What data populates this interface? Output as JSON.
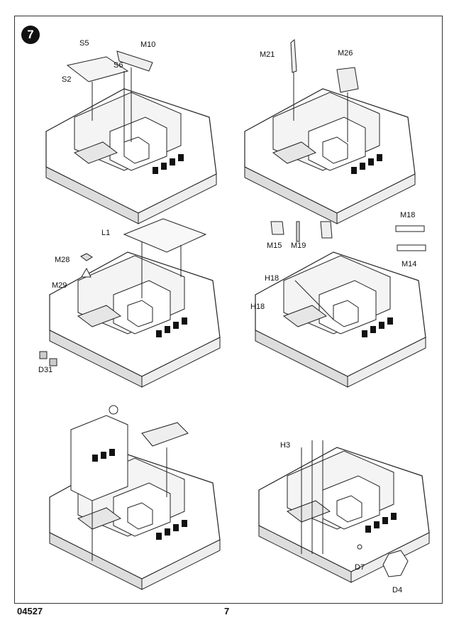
{
  "step_number": "7",
  "panels": {
    "top_left": {
      "labels": [
        "S5",
        "M10",
        "S6",
        "S2"
      ]
    },
    "top_right": {
      "labels": [
        "M21",
        "M26"
      ]
    },
    "mid_left": {
      "labels": [
        "L1",
        "M28",
        "M29",
        "D31"
      ]
    },
    "mid_right": {
      "labels": [
        "M15",
        "M19",
        "M18",
        "M14",
        "H18",
        "H18"
      ]
    },
    "bottom_right": {
      "labels": [
        "H3",
        "D7",
        "D4"
      ]
    }
  },
  "footer": {
    "code": "04527",
    "page": "7"
  }
}
